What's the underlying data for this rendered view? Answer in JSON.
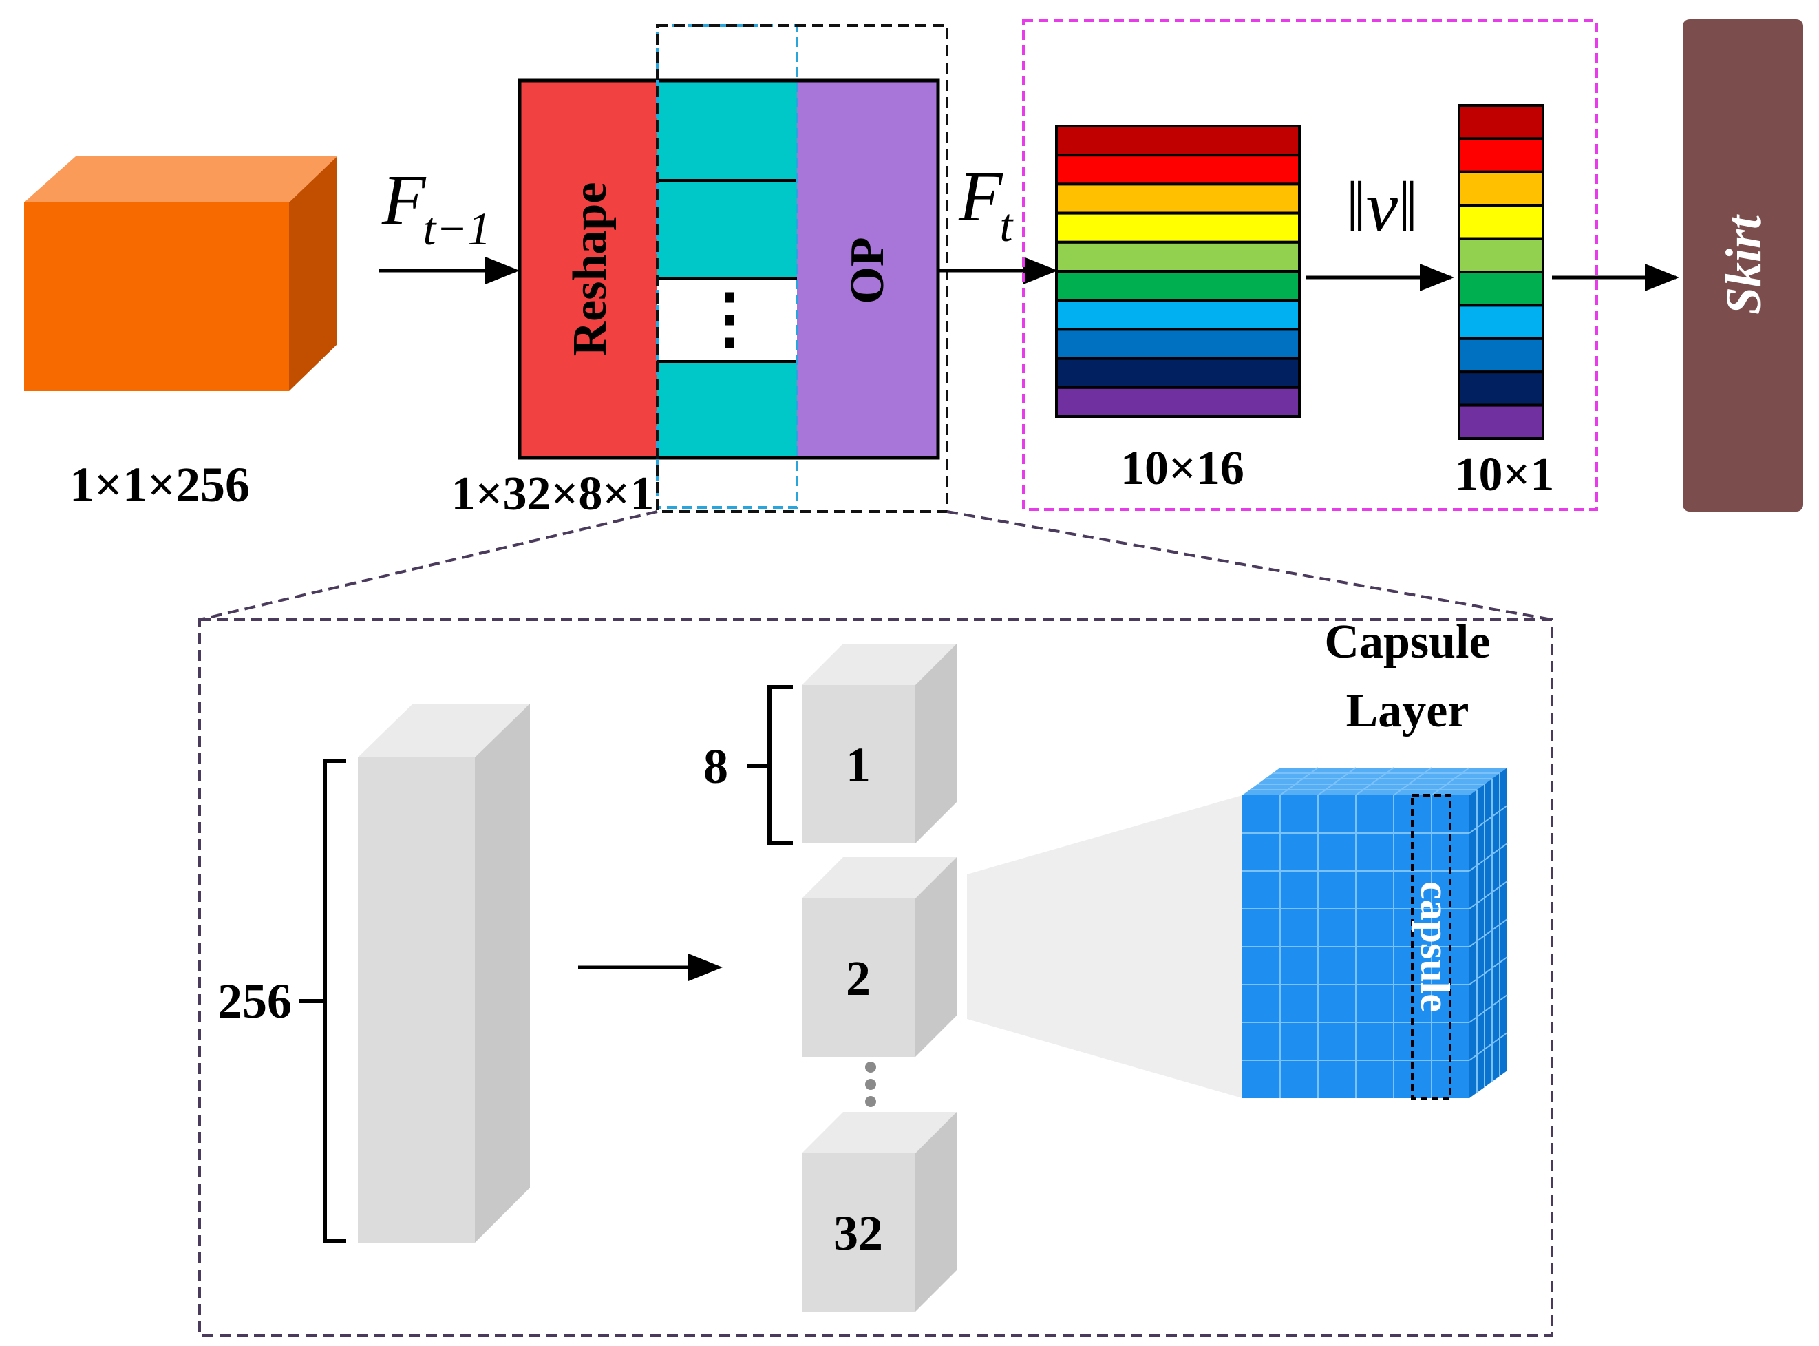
{
  "top": {
    "input_dim": "1×1×256",
    "f_prev": {
      "base": "F",
      "sub": "t−1"
    },
    "reshape_label": "Reshape",
    "reshape_dim": "1×32×8×1",
    "ellipsis": "⋮",
    "op_label": "OP",
    "f_t": {
      "base": "F",
      "sub": "t"
    },
    "matrix_dim": "10×16",
    "norm_symbol": "‖v‖",
    "vector_dim": "10×1",
    "output_label": "Skirt"
  },
  "bottom": {
    "bracket_256": "256",
    "bracket_8": "8",
    "cube_labels": [
      "1",
      "2",
      "32"
    ],
    "capsule_layer_line1": "Capsule",
    "capsule_layer_line2": "Layer",
    "capsule_label": "capsule"
  },
  "colors": {
    "input_cube_front": "#f76a00",
    "input_cube_top": "#fa9b5a",
    "input_cube_side": "#c24f00",
    "reshape": "#f24141",
    "cyan": "#00c8c8",
    "op": "#a875d8",
    "magenta_dash": "#e83cea",
    "cyan_dash": "#2aa5dc",
    "group_dash": "#4a3b5c",
    "skirt_box": "#7b4d4d",
    "capsule_blue": "#1e8ef0",
    "rainbow": [
      "#c00000",
      "#ff0000",
      "#ffc000",
      "#ffff00",
      "#92d050",
      "#00b050",
      "#00b0f0",
      "#0070c0",
      "#002060",
      "#7030a0"
    ]
  }
}
